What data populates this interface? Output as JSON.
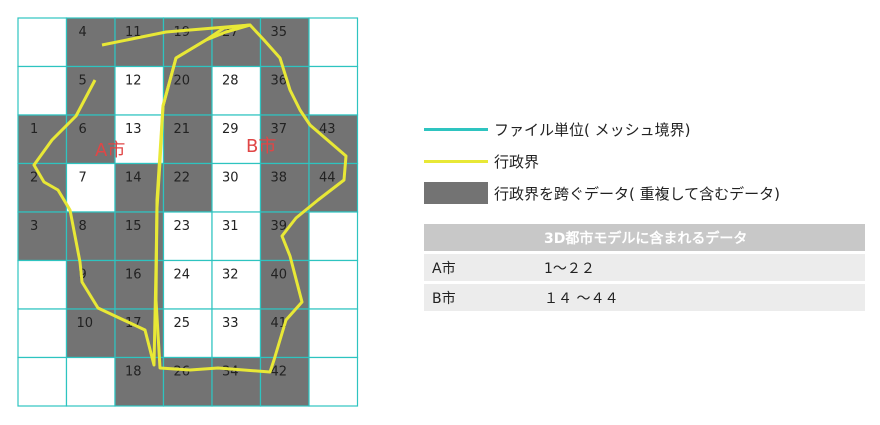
{
  "grid": {
    "rows": 8,
    "cols": 7,
    "cells": [
      {
        "r": 0,
        "c": 0,
        "num": "",
        "shaded": false
      },
      {
        "r": 0,
        "c": 1,
        "num": "4",
        "shaded": true
      },
      {
        "r": 0,
        "c": 2,
        "num": "11",
        "shaded": true
      },
      {
        "r": 0,
        "c": 3,
        "num": "19",
        "shaded": true
      },
      {
        "r": 0,
        "c": 4,
        "num": "27",
        "shaded": true
      },
      {
        "r": 0,
        "c": 5,
        "num": "35",
        "shaded": true
      },
      {
        "r": 0,
        "c": 6,
        "num": "",
        "shaded": false
      },
      {
        "r": 1,
        "c": 0,
        "num": "",
        "shaded": false
      },
      {
        "r": 1,
        "c": 1,
        "num": "5",
        "shaded": true
      },
      {
        "r": 1,
        "c": 2,
        "num": "12",
        "shaded": false
      },
      {
        "r": 1,
        "c": 3,
        "num": "20",
        "shaded": true
      },
      {
        "r": 1,
        "c": 4,
        "num": "28",
        "shaded": false
      },
      {
        "r": 1,
        "c": 5,
        "num": "36",
        "shaded": true
      },
      {
        "r": 1,
        "c": 6,
        "num": "",
        "shaded": false
      },
      {
        "r": 2,
        "c": 0,
        "num": "1",
        "shaded": true
      },
      {
        "r": 2,
        "c": 1,
        "num": "6",
        "shaded": true
      },
      {
        "r": 2,
        "c": 2,
        "num": "13",
        "shaded": false
      },
      {
        "r": 2,
        "c": 3,
        "num": "21",
        "shaded": true
      },
      {
        "r": 2,
        "c": 4,
        "num": "29",
        "shaded": false
      },
      {
        "r": 2,
        "c": 5,
        "num": "37",
        "shaded": true
      },
      {
        "r": 2,
        "c": 6,
        "num": "43",
        "shaded": true
      },
      {
        "r": 3,
        "c": 0,
        "num": "2",
        "shaded": true
      },
      {
        "r": 3,
        "c": 1,
        "num": "7",
        "shaded": false
      },
      {
        "r": 3,
        "c": 2,
        "num": "14",
        "shaded": true
      },
      {
        "r": 3,
        "c": 3,
        "num": "22",
        "shaded": true
      },
      {
        "r": 3,
        "c": 4,
        "num": "30",
        "shaded": false
      },
      {
        "r": 3,
        "c": 5,
        "num": "38",
        "shaded": true
      },
      {
        "r": 3,
        "c": 6,
        "num": "44",
        "shaded": true
      },
      {
        "r": 4,
        "c": 0,
        "num": "3",
        "shaded": true
      },
      {
        "r": 4,
        "c": 1,
        "num": "8",
        "shaded": true
      },
      {
        "r": 4,
        "c": 2,
        "num": "15",
        "shaded": true
      },
      {
        "r": 4,
        "c": 3,
        "num": "23",
        "shaded": false
      },
      {
        "r": 4,
        "c": 4,
        "num": "31",
        "shaded": false
      },
      {
        "r": 4,
        "c": 5,
        "num": "39",
        "shaded": true
      },
      {
        "r": 4,
        "c": 6,
        "num": "",
        "shaded": false
      },
      {
        "r": 5,
        "c": 0,
        "num": "",
        "shaded": false
      },
      {
        "r": 5,
        "c": 1,
        "num": "9",
        "shaded": true
      },
      {
        "r": 5,
        "c": 2,
        "num": "16",
        "shaded": true
      },
      {
        "r": 5,
        "c": 3,
        "num": "24",
        "shaded": false
      },
      {
        "r": 5,
        "c": 4,
        "num": "32",
        "shaded": false
      },
      {
        "r": 5,
        "c": 5,
        "num": "40",
        "shaded": true
      },
      {
        "r": 5,
        "c": 6,
        "num": "",
        "shaded": false
      },
      {
        "r": 6,
        "c": 0,
        "num": "",
        "shaded": false
      },
      {
        "r": 6,
        "c": 1,
        "num": "10",
        "shaded": true
      },
      {
        "r": 6,
        "c": 2,
        "num": "17",
        "shaded": true
      },
      {
        "r": 6,
        "c": 3,
        "num": "25",
        "shaded": false
      },
      {
        "r": 6,
        "c": 4,
        "num": "33",
        "shaded": false
      },
      {
        "r": 6,
        "c": 5,
        "num": "41",
        "shaded": true
      },
      {
        "r": 6,
        "c": 6,
        "num": "",
        "shaded": false
      },
      {
        "r": 7,
        "c": 0,
        "num": "",
        "shaded": false
      },
      {
        "r": 7,
        "c": 1,
        "num": "",
        "shaded": false
      },
      {
        "r": 7,
        "c": 2,
        "num": "18",
        "shaded": true
      },
      {
        "r": 7,
        "c": 3,
        "num": "26",
        "shaded": true
      },
      {
        "r": 7,
        "c": 4,
        "num": "34",
        "shaded": true
      },
      {
        "r": 7,
        "c": 5,
        "num": "42",
        "shaded": true
      },
      {
        "r": 7,
        "c": 6,
        "num": "",
        "shaded": false
      }
    ]
  },
  "labels": {
    "city_a": "A市",
    "city_b": "B市"
  },
  "legend": {
    "file_unit": "ファイル単位( メッシュ境界)",
    "boundary": "行政界",
    "overlap": "行政界を跨ぐデータ( 重複して含むデータ)"
  },
  "table": {
    "header_left": "",
    "header_right": "3D都市モデルに含まれるデータ",
    "rows": [
      {
        "city": "A市",
        "range": "1〜２２"
      },
      {
        "city": "B市",
        "range": "１４ 〜４４"
      }
    ]
  },
  "colors": {
    "grid_line": "#2ec4c0",
    "shaded": "#737373",
    "boundary": "#e8e836",
    "city_label": "#e04646"
  }
}
